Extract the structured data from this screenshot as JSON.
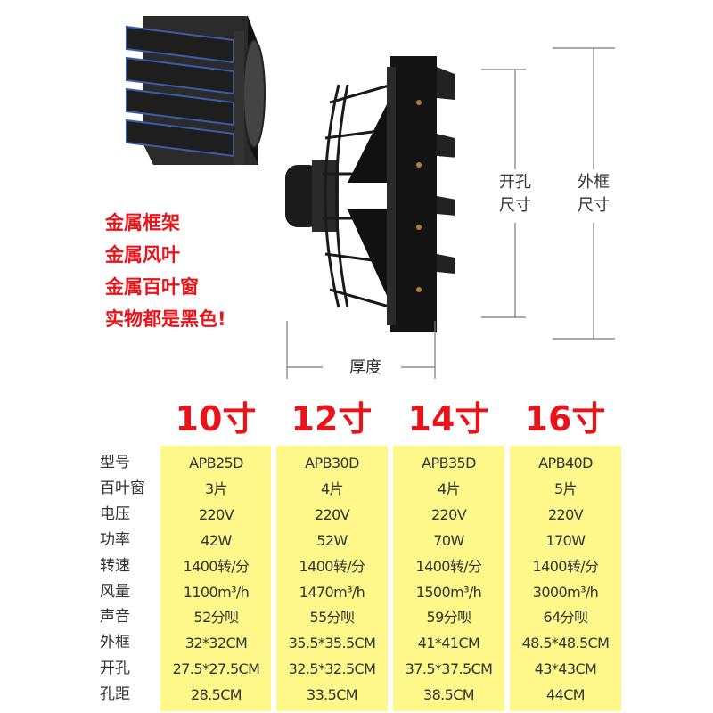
{
  "dimensions": {
    "opening": "开孔尺寸",
    "opening_lines": [
      "开孔",
      "尺寸"
    ],
    "outer_lines": [
      "外框",
      "尺寸"
    ],
    "thickness": "厚度"
  },
  "features": [
    "金属框架",
    "金属风叶",
    "金属百叶窗",
    "实物都是黑色!"
  ],
  "sizes": [
    "10寸",
    "12寸",
    "14寸",
    "16寸"
  ],
  "spec_labels": [
    "型号",
    "百叶窗",
    "电压",
    "功率",
    "转速",
    "风量",
    "声音",
    "外框",
    "开孔",
    "孔距"
  ],
  "spec_rows": [
    [
      "APB25D",
      "APB30D",
      "APB35D",
      "APB40D"
    ],
    [
      "3片",
      "4片",
      "4片",
      "5片"
    ],
    [
      "220V",
      "220V",
      "220V",
      "220V"
    ],
    [
      "42W",
      "52W",
      "70W",
      "170W"
    ],
    [
      "1400转/分",
      "1400转/分",
      "1400转/分",
      "1400转/分"
    ],
    [
      "1100m³/h",
      "1470m³/h",
      "1500m³/h",
      "3000m³/h"
    ],
    [
      "52分呗",
      "55分呗",
      "59分呗",
      "64分呗"
    ],
    [
      "32*32CM",
      "35.5*35.5CM",
      "41*41CM",
      "48.5*48.5CM"
    ],
    [
      "27.5*27.5CM",
      "32.5*32.5CM",
      "37.5*37.5CM",
      "43*43CM"
    ],
    [
      "28.5CM",
      "33.5CM",
      "38.5CM",
      "44CM"
    ]
  ],
  "colors": {
    "accent_red": "#e8141a",
    "highlight_yellow": "#fef78a",
    "product_black": "#1a1a1a"
  }
}
